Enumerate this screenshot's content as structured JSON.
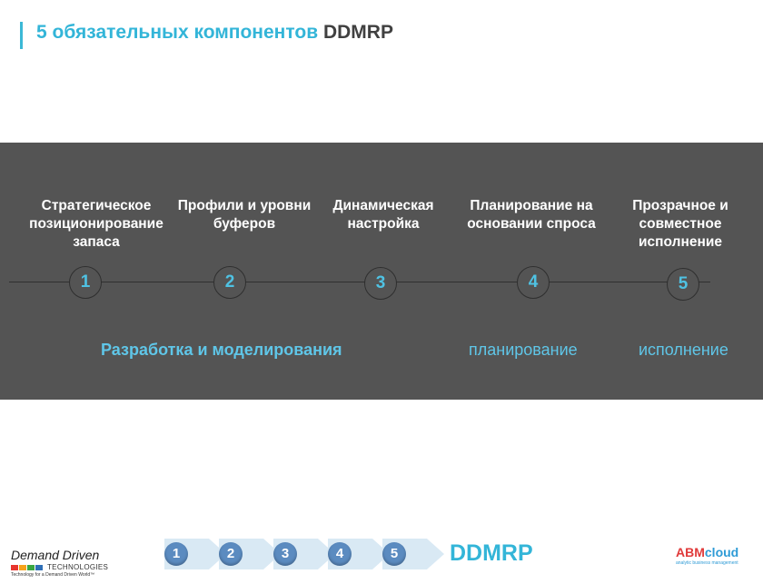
{
  "title": {
    "prefix": "5 обязательных компонентов",
    "brand": "DDMRP"
  },
  "components": [
    {
      "label": "Стратегическое позиционирование запаса",
      "number": "1"
    },
    {
      "label": "Профили и уровни буферов",
      "number": "2"
    },
    {
      "label": "Динамическая настройка",
      "number": "3"
    },
    {
      "label": "Планирование на основании спроса",
      "number": "4"
    },
    {
      "label": "Прозрачное и совместное исполнение",
      "number": "5"
    }
  ],
  "phases": [
    {
      "label": "Разработка и моделирования"
    },
    {
      "label": "планирование"
    },
    {
      "label": "исполнение"
    }
  ],
  "footer": {
    "left_logo": {
      "line1": "Demand Driven",
      "line2": "TECHNOLOGIES",
      "tagline": "Technology for a Demand Driven World™"
    },
    "steps": [
      "1",
      "2",
      "3",
      "4",
      "5"
    ],
    "brand": "DDMRP",
    "right_logo": {
      "name_red": "ABM",
      "name_blue": "cloud",
      "tagline": "analytic business management"
    }
  },
  "colors": {
    "accent": "#33b5d8",
    "band": "#545454",
    "step_circle": "#5b8bc0",
    "abm_red": "#e03a3a"
  }
}
